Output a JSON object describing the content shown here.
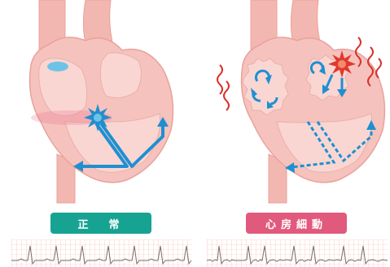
{
  "panels": [
    {
      "id": "normal",
      "label": "正　常",
      "label_color": "#17a392"
    },
    {
      "id": "af",
      "label": "心房細動",
      "label_color": "#e15a7d"
    }
  ],
  "colors": {
    "heart_fill": "#f6c2bd",
    "heart_inner": "#f9d6d2",
    "vessel": "#f3b7b1",
    "arrow": "#1f8fd1",
    "spark_normal": "#1f8fd1",
    "spark_af": "#e0392f",
    "squiggle": "#d9322c",
    "ecg_grid": "#f2b3a9",
    "ecg_line": "#7a6e6a"
  }
}
